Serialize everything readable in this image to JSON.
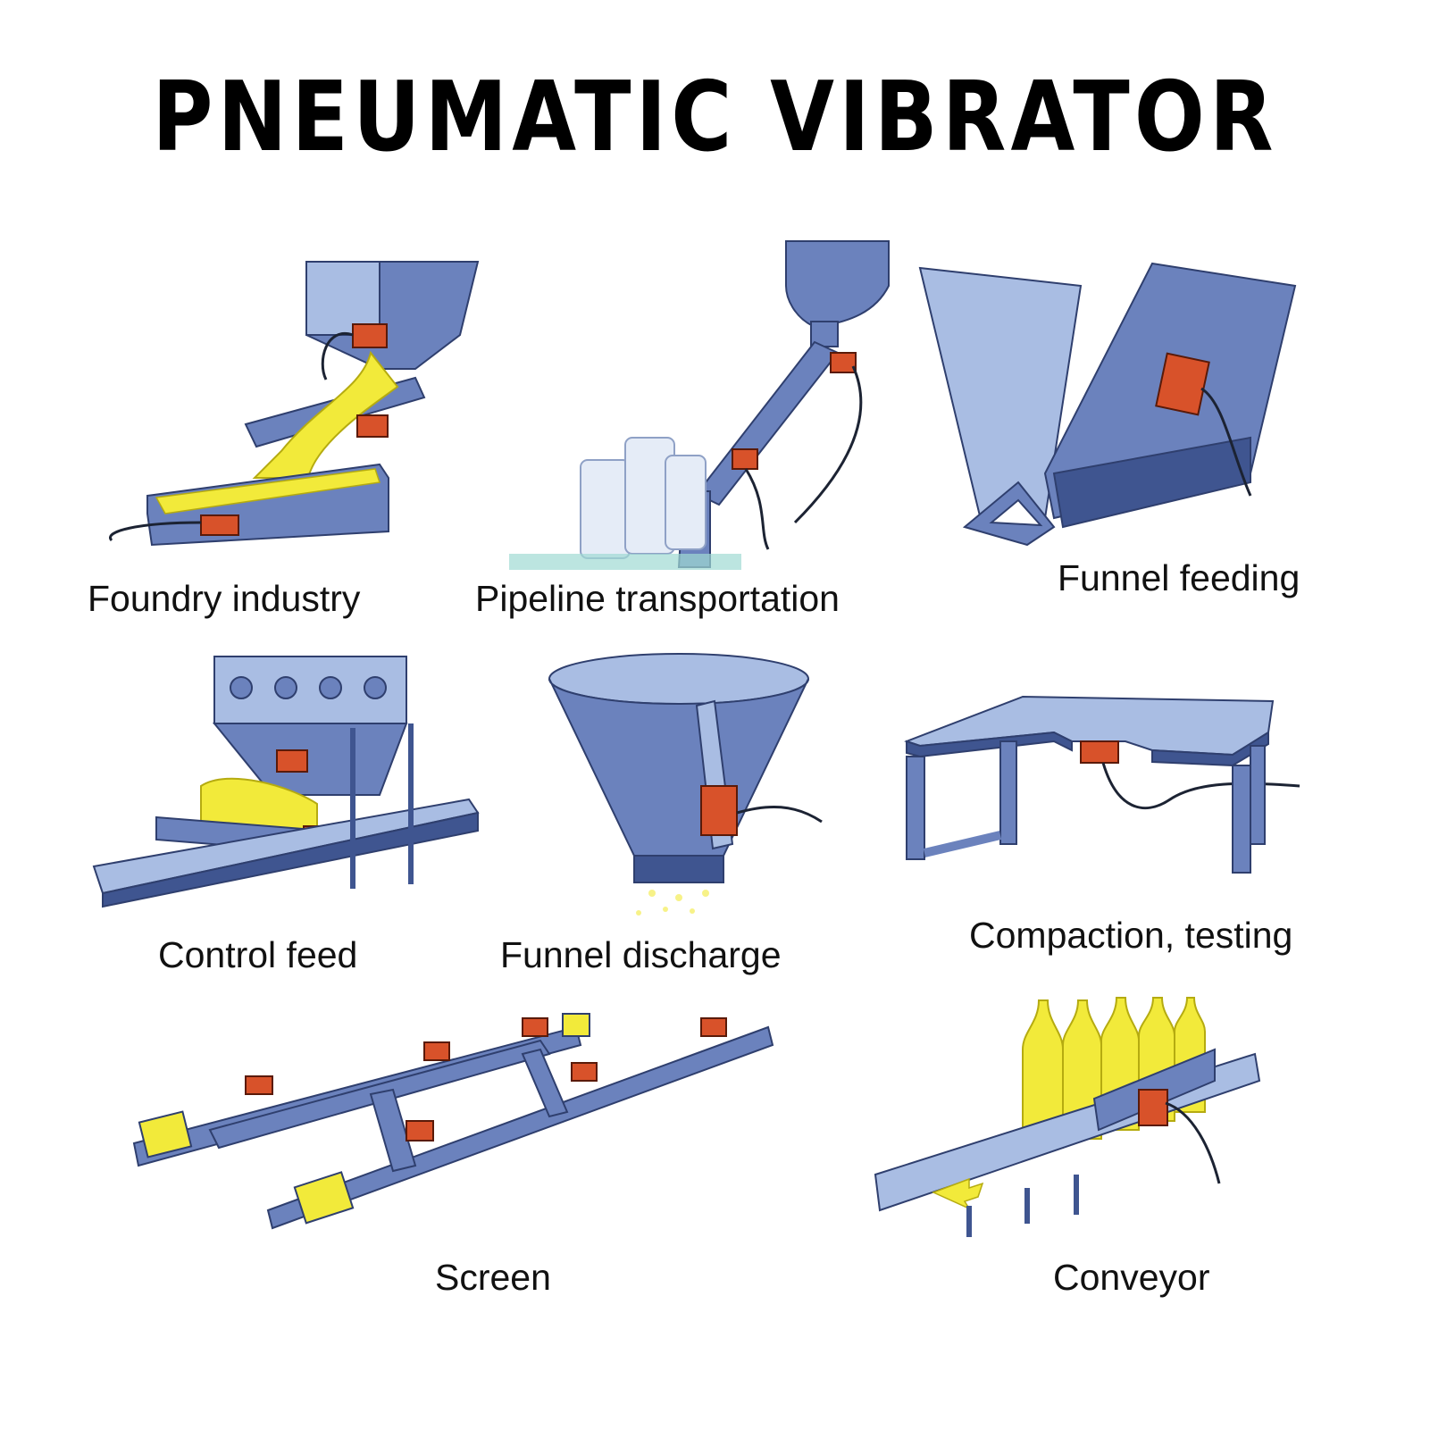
{
  "title": "PNEUMATIC VIBRATOR",
  "colors": {
    "steel": "#6b82bd",
    "steel_light": "#a9bde3",
    "steel_dark": "#3f5590",
    "material": "#f2ea3a",
    "vibrator": "#d8522a",
    "hose": "#1c2333"
  },
  "applications": [
    {
      "id": "foundry",
      "label": "Foundry industry",
      "icon": "hopper-chute-tray-icon"
    },
    {
      "id": "pipeline",
      "label": "Pipeline transportation",
      "icon": "silo-pipe-icon"
    },
    {
      "id": "funnel-feeding",
      "label": "Funnel feeding",
      "icon": "v-trough-icon"
    },
    {
      "id": "control-feed",
      "label": "Control feed",
      "icon": "feeder-conveyor-icon"
    },
    {
      "id": "funnel-discharge",
      "label": "Funnel discharge",
      "icon": "funnel-icon"
    },
    {
      "id": "compaction",
      "label": "Compaction, testing",
      "icon": "vibrating-table-icon"
    },
    {
      "id": "screen",
      "label": "Screen",
      "icon": "screen-frame-icon"
    },
    {
      "id": "conveyor",
      "label": "Conveyor",
      "icon": "bottle-conveyor-icon"
    }
  ]
}
